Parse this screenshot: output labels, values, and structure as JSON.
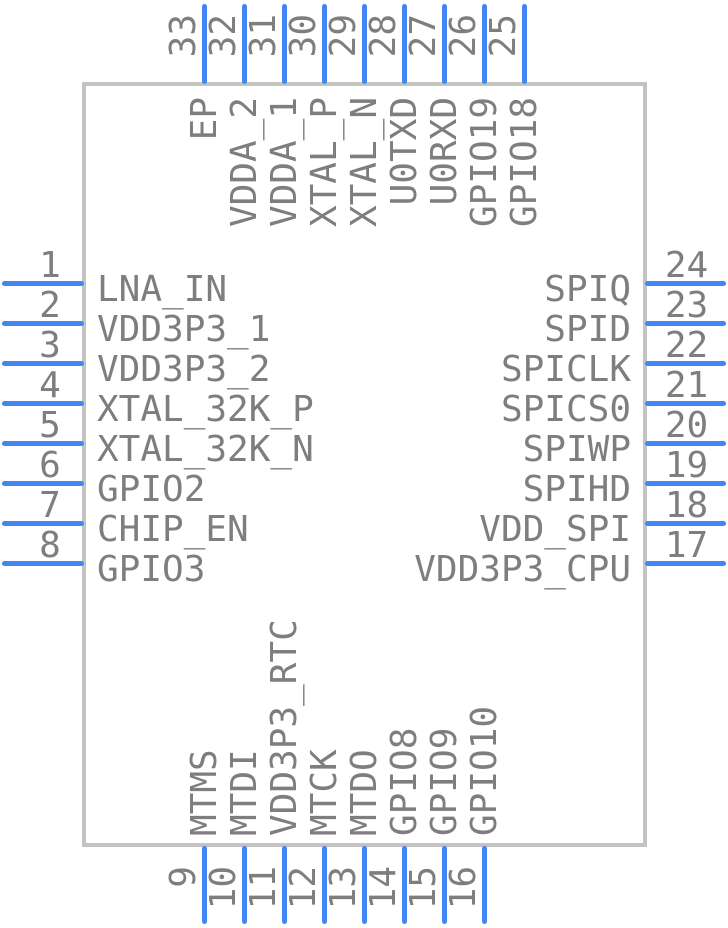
{
  "diagram": {
    "kind": "ic-pinout-footprint",
    "colors": {
      "pin_line": "#4285f4",
      "text": "#7e7e7e",
      "body_border": "#c3c3c3",
      "body_fill": "#ffffff",
      "background": "#ffffff"
    }
  },
  "pins": {
    "left": [
      {
        "number": "1",
        "name": "LNA_IN"
      },
      {
        "number": "2",
        "name": "VDD3P3_1"
      },
      {
        "number": "3",
        "name": "VDD3P3_2"
      },
      {
        "number": "4",
        "name": "XTAL_32K_P"
      },
      {
        "number": "5",
        "name": "XTAL_32K_N"
      },
      {
        "number": "6",
        "name": "GPIO2"
      },
      {
        "number": "7",
        "name": "CHIP_EN"
      },
      {
        "number": "8",
        "name": "GPIO3"
      }
    ],
    "right": [
      {
        "number": "24",
        "name": "SPIQ"
      },
      {
        "number": "23",
        "name": "SPID"
      },
      {
        "number": "22",
        "name": "SPICLK"
      },
      {
        "number": "21",
        "name": "SPICS0"
      },
      {
        "number": "20",
        "name": "SPIWP"
      },
      {
        "number": "19",
        "name": "SPIHD"
      },
      {
        "number": "18",
        "name": "VDD_SPI"
      },
      {
        "number": "17",
        "name": "VDD3P3_CPU"
      }
    ],
    "top": [
      {
        "number": "33",
        "name": "EP"
      },
      {
        "number": "32",
        "name": "VDDA_2"
      },
      {
        "number": "31",
        "name": "VDDA_1"
      },
      {
        "number": "30",
        "name": "XTAL_P"
      },
      {
        "number": "29",
        "name": "XTAL_N"
      },
      {
        "number": "28",
        "name": "U0TXD"
      },
      {
        "number": "27",
        "name": "U0RXD"
      },
      {
        "number": "26",
        "name": "GPIO19"
      },
      {
        "number": "25",
        "name": "GPIO18"
      }
    ],
    "bottom": [
      {
        "number": "9",
        "name": "MTMS"
      },
      {
        "number": "10",
        "name": "MTDI"
      },
      {
        "number": "11",
        "name": "VDD3P3_RTC"
      },
      {
        "number": "12",
        "name": "MTCK"
      },
      {
        "number": "13",
        "name": "MTDO"
      },
      {
        "number": "14",
        "name": "GPIO8"
      },
      {
        "number": "15",
        "name": "GPIO9"
      },
      {
        "number": "16",
        "name": "GPIO10"
      }
    ]
  }
}
